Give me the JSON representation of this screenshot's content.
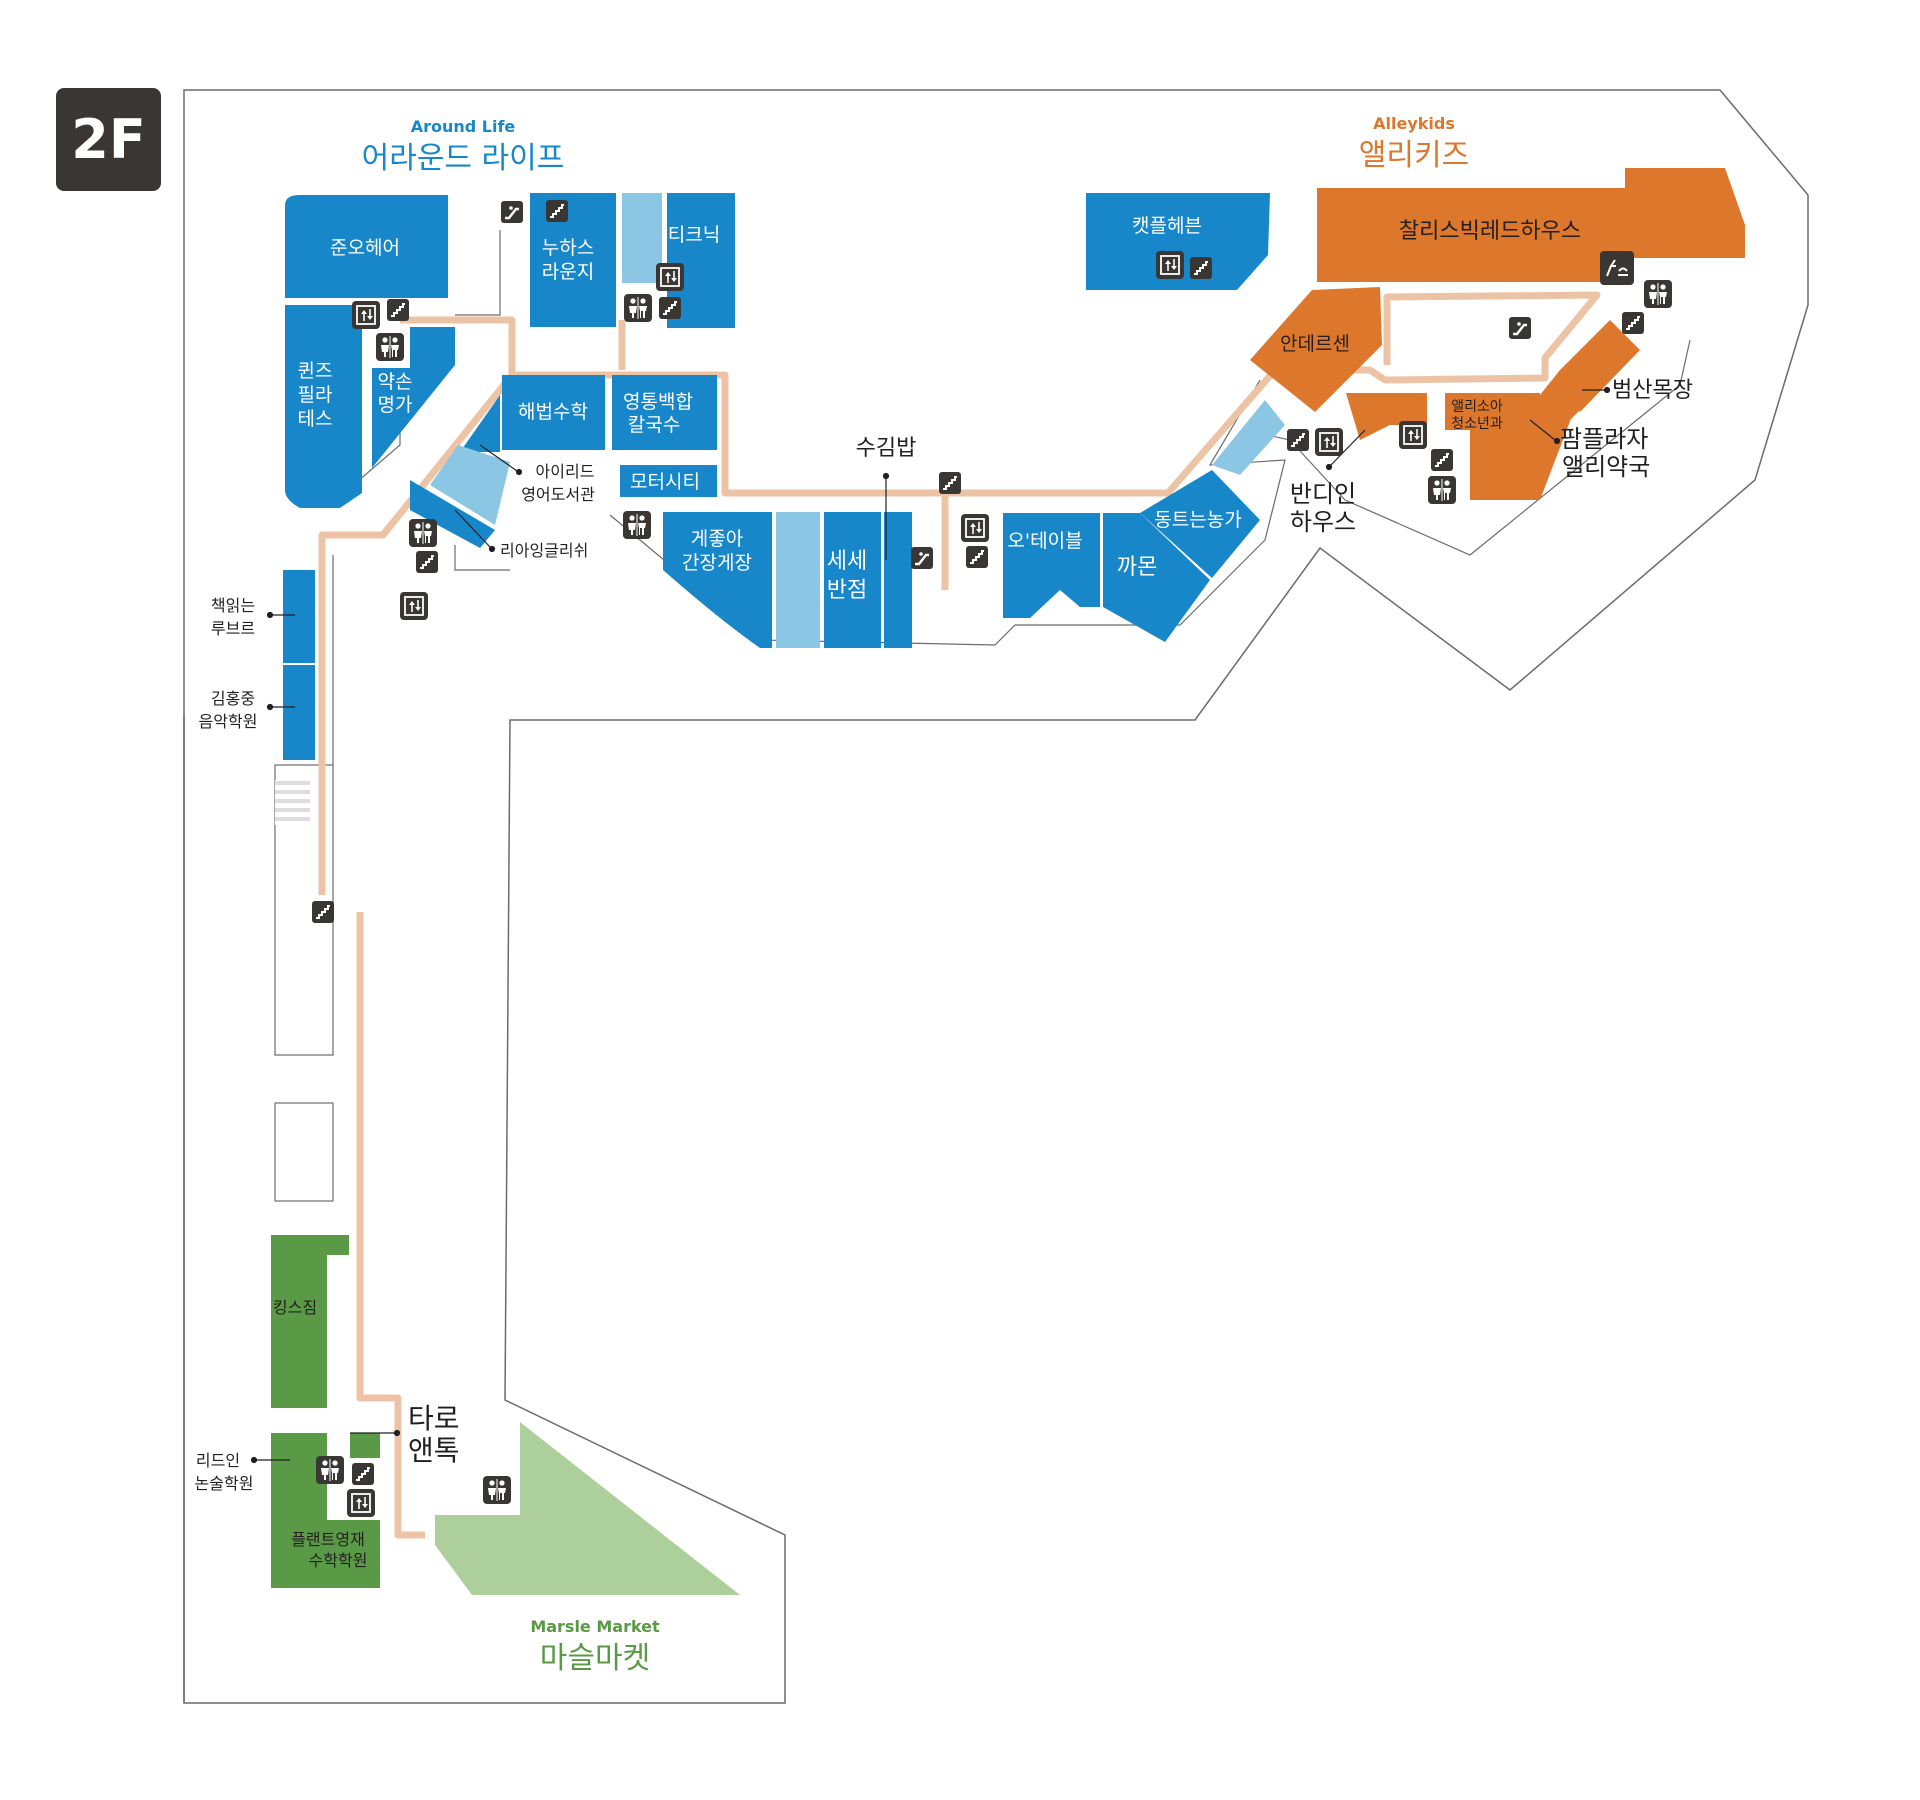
{
  "floor": "2F",
  "colors": {
    "blue": "#1887c9",
    "light_blue": "#8cc6e5",
    "orange": "#dc772c",
    "green": "#5a9a46",
    "light_green": "#adcf9c",
    "path": "#ecc3a4",
    "outline": "#6b6b6b",
    "icon_bg": "#3a3634",
    "zone_blue": "#1887c9",
    "zone_orange": "#dc772c",
    "zone_green": "#5a9a46"
  },
  "zones": {
    "around_life": {
      "en": "Around Life",
      "ko": "어라운드 라이프"
    },
    "alleykids": {
      "en": "Alleykids",
      "ko": "앨리키즈"
    },
    "marsle_market": {
      "en": "Marsle Market",
      "ko": "마슬마켓"
    }
  },
  "stores": {
    "junoh_hair": "준오헤어",
    "nuhas_1": "누하스",
    "nuhas_2": "라운지",
    "tikunik": "티크닉",
    "kaepeul_heaven": "캣플헤븐",
    "charles": "찰리스빅레드하우스",
    "queens_1": "퀸즈",
    "queens_2": "필라",
    "queens_3": "테스",
    "yakson_1": "약손",
    "yakson_2": "명가",
    "haebeop": "해법수학",
    "yeongtong_1": "영통백합",
    "yeongtong_2": "칼국수",
    "motor_city": "모터시티",
    "gyejoa_1": "게좋아",
    "gyejoa_2": "간장게장",
    "sese_1": "세세",
    "sese_2": "반점",
    "otable": "오'테이블",
    "kkamon": "까몬",
    "dongteu": "동트는농가",
    "anderson": "안데르센",
    "ally_sowa_1": "앨리소아",
    "ally_sowa_2": "청소년과",
    "kings_gym": "킹스짐",
    "plant_1": "플랜트영재",
    "plant_2": "수학학원"
  },
  "callouts": {
    "sugimbap": "수김밥",
    "ireed_1": "아이리드",
    "ireed_2": "영어도서관",
    "reading_english": "리아잉글리쉬",
    "book_louvre_1": "책읽는",
    "book_louvre_2": "루브르",
    "kimhongjung_1": "김홍중",
    "kimhongjung_2": "음악학원",
    "bandi_1": "반디인",
    "bandi_2": "하우스",
    "beomsan": "범산목장",
    "pampla_1": "팜플라자",
    "pampla_2": "앨리약국",
    "taro_1": "타로",
    "taro_2": "앤톡",
    "readin_1": "리드인",
    "readin_2": "논술학원"
  },
  "icons": [
    "restroom-icon",
    "elevator-icon",
    "stairs-icon",
    "escalator-icon",
    "nursing-room-icon"
  ]
}
